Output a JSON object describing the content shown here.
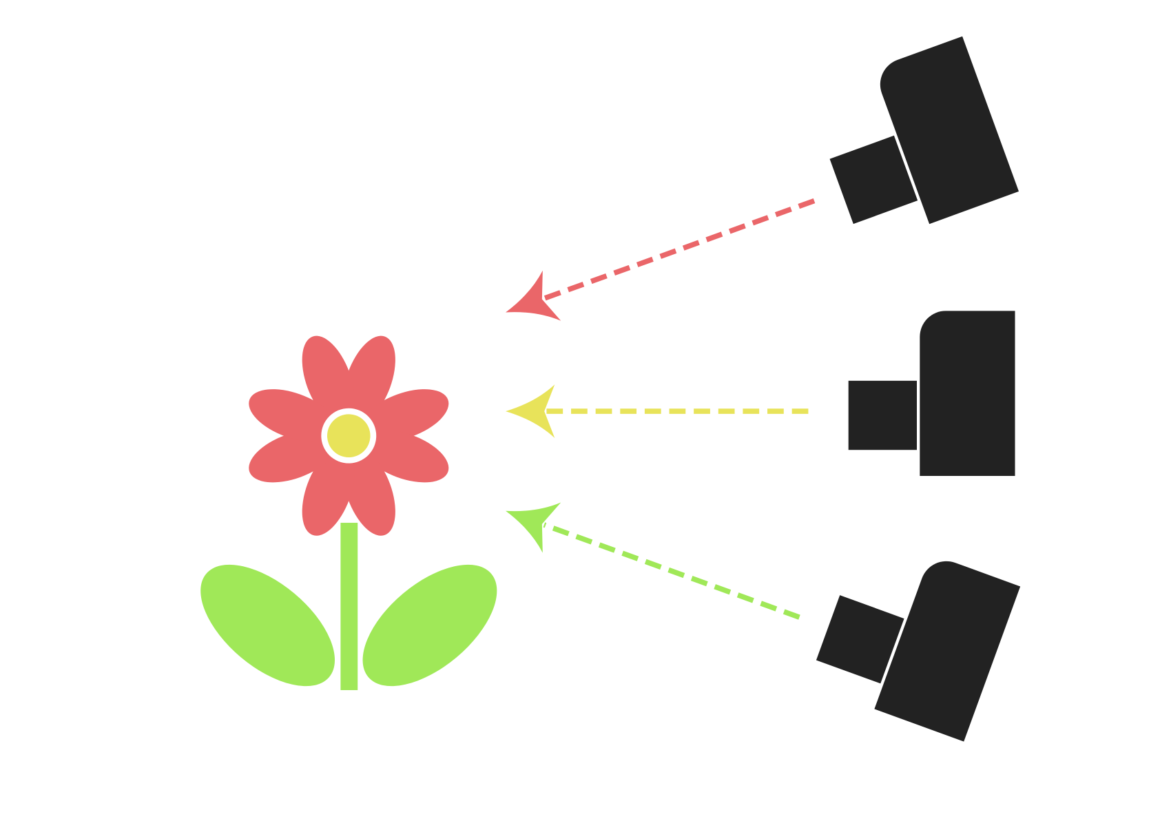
{
  "diagram": {
    "subject": {
      "icon": "flower-icon",
      "petal_color": "#ea6669",
      "center_color": "#e8e35a",
      "stem_color": "#a0e858"
    },
    "cameras": [
      {
        "icon": "camera-icon",
        "arrow_color": "#ea6669",
        "arrow_style": "dashed"
      },
      {
        "icon": "camera-icon",
        "arrow_color": "#e8e35a",
        "arrow_style": "dashed"
      },
      {
        "icon": "camera-icon",
        "arrow_color": "#a0e858",
        "arrow_style": "dashed"
      }
    ],
    "camera_color": "#222222",
    "background": "#ffffff"
  }
}
